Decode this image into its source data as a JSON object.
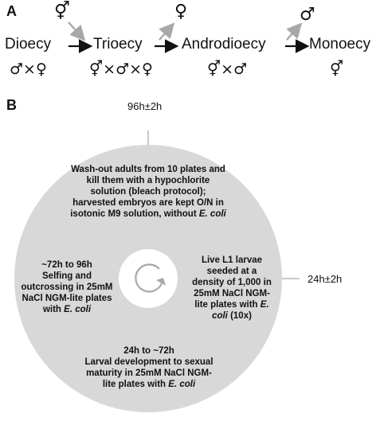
{
  "panel_a": {
    "label": "A",
    "systems": [
      {
        "name": "Dioecy",
        "bottom_symbols": "♂×♀"
      },
      {
        "name": "Trioecy",
        "bottom_symbols": "⚥×♂×♀",
        "added_symbol": "⚥"
      },
      {
        "name": "Androdioecy",
        "bottom_symbols": "⚥×♂",
        "lost_symbol": "♀"
      },
      {
        "name": "Monoecy",
        "bottom_symbols": "⚥",
        "lost_symbol": "♂"
      }
    ]
  },
  "panel_b": {
    "label": "B",
    "times": {
      "top": "96h±2h",
      "right": "24h±2h"
    },
    "steps": {
      "top": "Wash-out adults from 10 plates and kill them with a hypochlorite solution (bleach protocol); harvested embryos are kept O/N in isotonic M9 solution, without",
      "top_italic": "E. coli",
      "left_title": "~72h to 96h",
      "left": "Selfing and outcrossing in 25mM NaCl NGM-lite plates with",
      "left_italic": "E. coli",
      "right": "Live L1 larvae seeded at a density of 1,000 in 25mM NaCl NGM-lite plates with",
      "right_italic": "E. coli",
      "right_suffix": "(10x)",
      "bottom_title": "24h to ~72h",
      "bottom": "Larval development to sexual maturity in 25mM NaCl NGM-lite plates with",
      "bottom_italic": "E. coli"
    },
    "cycle_icon": "cycle-arrow-icon"
  },
  "colors": {
    "disc": "#d8d8d8",
    "gray_arrow": "#a8a8a8",
    "line": "#b5b5b5",
    "text": "#111111"
  }
}
